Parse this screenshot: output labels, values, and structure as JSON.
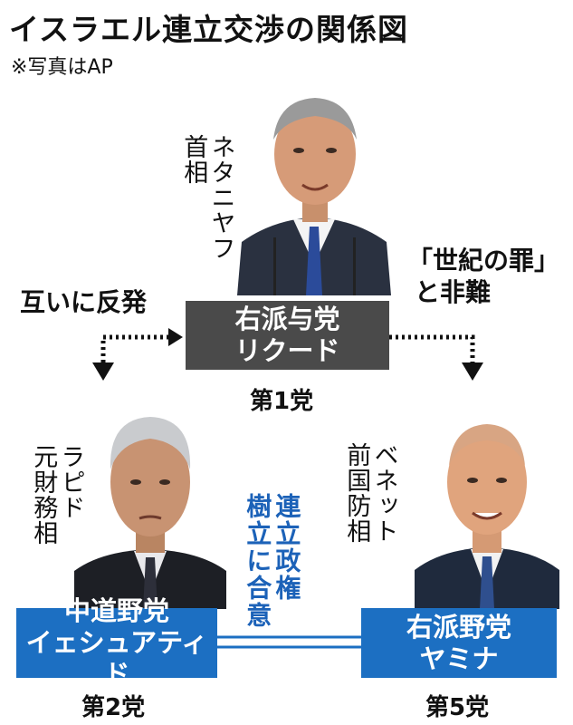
{
  "title": "イスラエル連立交渉の関係図",
  "note": "※写真はAP",
  "netanyahu": {
    "name": "ネタニヤフ",
    "role": "首相"
  },
  "likud": {
    "line1": "右派与党",
    "line2": "リクード",
    "rank": "第1党"
  },
  "lapid": {
    "name": "ラピド",
    "role": "元財務相"
  },
  "yesh_atid": {
    "line1": "中道野党",
    "line2": "イェシュアティド",
    "rank": "第2党"
  },
  "bennett": {
    "name": "ベネット",
    "role": "前国防相"
  },
  "yamina": {
    "line1": "右派野党",
    "line2": "ヤミナ",
    "rank": "第5党"
  },
  "left_relation": "互いに反発",
  "right_relation": {
    "line1": "「世紀の罪」",
    "line2": "と非難"
  },
  "coalition": {
    "col1": "連立政権",
    "col2": "樹立に合意"
  },
  "colors": {
    "likud_box": "#4a4a4a",
    "party_box": "#1c6fc2",
    "coalition_text": "#1c62b8"
  }
}
